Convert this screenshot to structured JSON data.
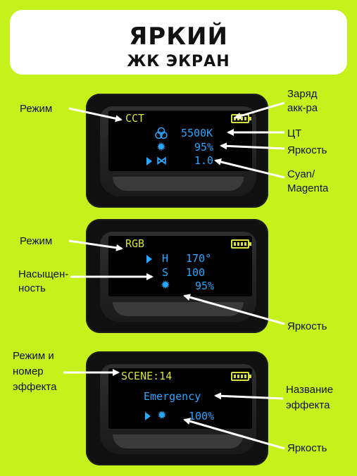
{
  "title": {
    "line1": "ЯРКИЙ",
    "line2": "ЖК ЭКРАН"
  },
  "panel1": {
    "mode": "CCT",
    "ct": "5500K",
    "brightness": "95%",
    "tint": "1.0",
    "labels": {
      "mode": "Режим",
      "battery": [
        "Заряд",
        "акк-ра"
      ],
      "ct": "ЦТ",
      "brightness": "Яркость",
      "tint": [
        "Cyan/",
        "Magenta"
      ]
    }
  },
  "panel2": {
    "mode": "RGB",
    "h_label": "H",
    "h_value": "170°",
    "s_label": "S",
    "s_value": "100",
    "brightness": "95%",
    "labels": {
      "mode": "Режим",
      "saturation": [
        "Насыщен-",
        "ность"
      ],
      "brightness": "Яркость"
    }
  },
  "panel3": {
    "mode": "SCENE:14",
    "effect": "Emergency",
    "brightness": "100%",
    "labels": {
      "mode": [
        "Режим и",
        "номер",
        "эффекта"
      ],
      "effect": [
        "Название",
        "эффекта"
      ],
      "brightness": "Яркость"
    }
  },
  "icons": [
    "battery-icon",
    "color-circles-icon",
    "sun-icon",
    "play-icon",
    "tint-icon"
  ],
  "colors": {
    "background": "#c6f21b",
    "lcd_mode": "#d8e23a",
    "lcd_value": "#2aa7ff"
  }
}
